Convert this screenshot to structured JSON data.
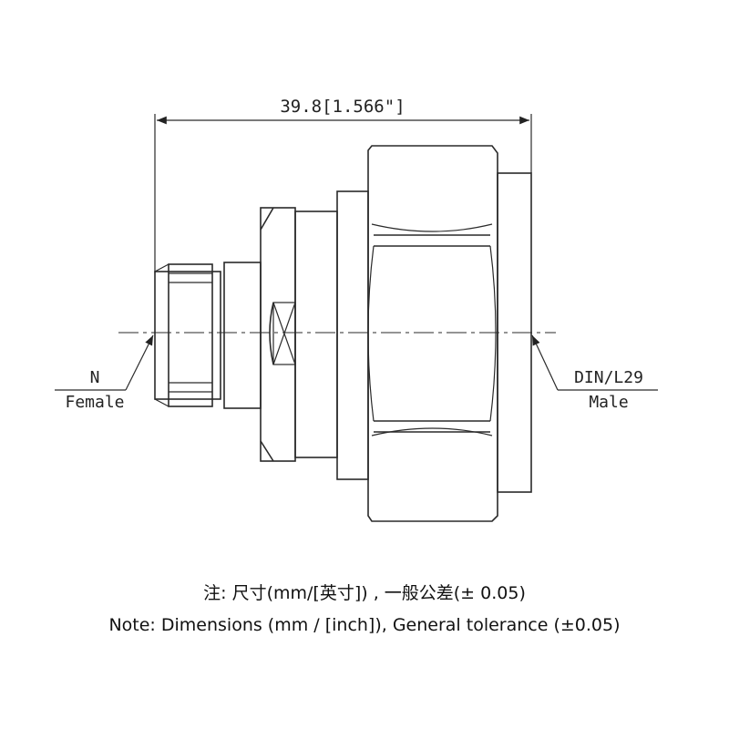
{
  "dimension": {
    "overall_length": "39.8[1.566\"]"
  },
  "left_port": {
    "type": "N",
    "gender": "Female"
  },
  "right_port": {
    "type": "DIN/L29",
    "gender": "Male"
  },
  "notes": {
    "chinese": "注: 尺寸(mm/[英寸]) , 一般公差(± 0.05)",
    "english": "Note: Dimensions (mm / [inch]), General tolerance (±0.05)"
  }
}
